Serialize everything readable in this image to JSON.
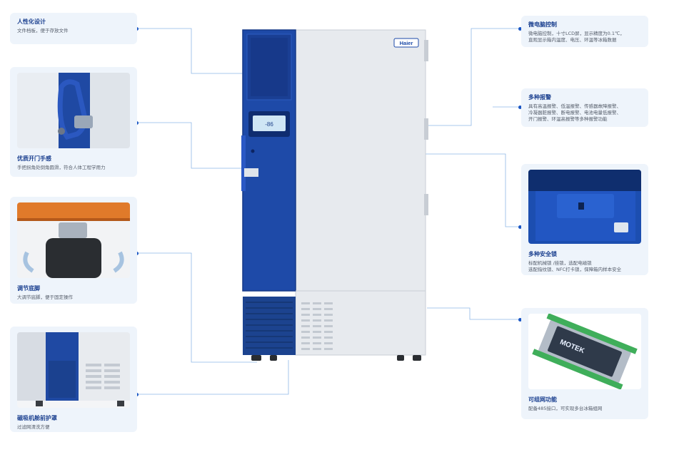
{
  "brand": "Haier",
  "display_readout": "-86",
  "colors": {
    "accent_blue": "#1e4aa8",
    "title_blue": "#1a3f8f",
    "card_bg": "#eef4fb",
    "line": "#8fb8e6"
  },
  "features": {
    "human_design": {
      "title": "人性化设计",
      "desc": "文件档板，便于存放文件"
    },
    "door_handle": {
      "title": "优质开门手感",
      "desc": "手把拐角处倒角圆滑，符合人体工程学用力"
    },
    "adjust_feet": {
      "title": "调节底脚",
      "desc": "大调节底脚，便于固定操作"
    },
    "compressor_cover": {
      "title": "磁吸机舱前护罩",
      "desc": "过滤网清洗方便"
    },
    "micro_control": {
      "title": "微电脑控制",
      "desc": [
        "微电脑控制，十寸LCD屏，显示精度为0.1℃，",
        "直观显示箱内温度、电压、环温等冰箱数据"
      ]
    },
    "alarms": {
      "title": "多种报警",
      "desc": [
        "具有高温报警、低温报警、传感器故障报警、",
        "冷凝器脏报警、断电报警、电池电量低报警、",
        "开门报警、环温高报警等多种报警功能"
      ]
    },
    "security_lock": {
      "title": "多种安全锁",
      "desc": [
        "标配机械锁 /挂锁，选配电磁锁",
        "选配指纹锁、NFC打卡锁，保障箱内样本安全"
      ]
    },
    "networking": {
      "title": "可组网功能",
      "desc": "配备485接口，可实现多台冰箱组网"
    }
  },
  "module_label": "MOTEK"
}
